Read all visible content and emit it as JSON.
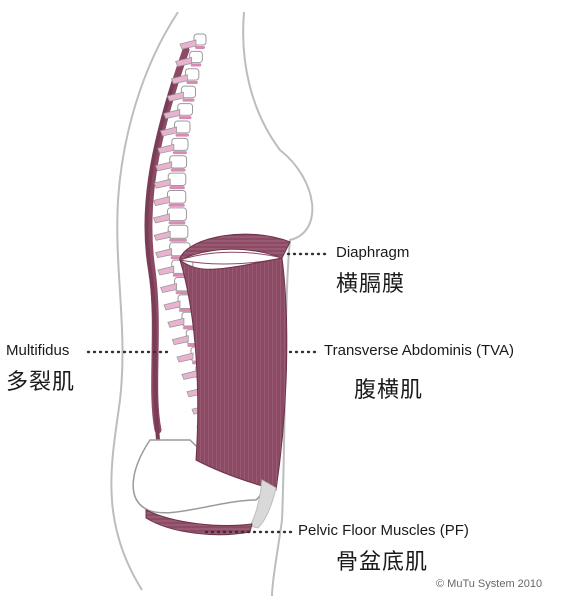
{
  "labels": {
    "diaphragm": {
      "en": "Diaphragm",
      "zh": "横膈膜"
    },
    "multifidus": {
      "en": "Multifidus",
      "zh": "多裂肌"
    },
    "tva": {
      "en": "Transverse Abdominis (TVA)",
      "zh": "腹横肌"
    },
    "pelvic_floor": {
      "en": "Pelvic Floor Muscles (PF)",
      "zh": "骨盆底肌"
    }
  },
  "copyright": "© MuTu System 2010",
  "colors": {
    "muscle": "#8c4a64",
    "muscle_light": "#a0607a",
    "bone_pink": "#d98ab4",
    "outline": "#bdbdbd",
    "bone_outline": "#9a9a9a",
    "text": "#1a1a1a"
  }
}
